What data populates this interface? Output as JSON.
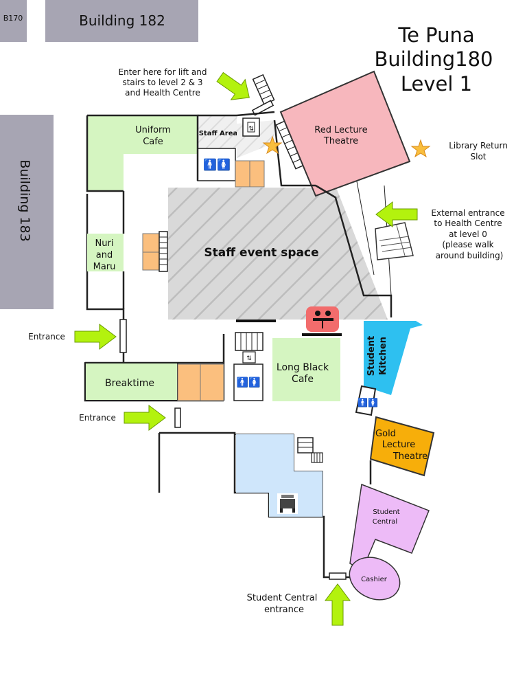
{
  "title": {
    "line1": "Te Puna",
    "line2": "Building180",
    "line3": "Level 1"
  },
  "buildings": {
    "b170": "B170",
    "b182": "Building 182",
    "b183": "Building 183"
  },
  "rooms": {
    "uniform_cafe": [
      "Uniform",
      "Cafe"
    ],
    "staff_area": "Staff Area",
    "red_theatre": [
      "Red Lecture",
      "Theatre"
    ],
    "nuri_maru": [
      "Nuri",
      "and",
      "Maru"
    ],
    "staff_event": "Staff event space",
    "breaktime": "Breaktime",
    "long_black": [
      "Long Black",
      "Cafe"
    ],
    "student_kitchen": [
      "Student",
      "Kitchen"
    ],
    "gold_theatre": [
      "Gold",
      "Lecture",
      "Theatre"
    ],
    "student_central": [
      "Student",
      "Central"
    ],
    "cashier": "Cashier"
  },
  "notes": {
    "enter_lift": [
      "Enter here for lift and",
      "stairs to level 2 & 3",
      "and Health Centre"
    ],
    "library_return": [
      "Library Return",
      "Slot"
    ],
    "external_entrance": [
      "External entrance",
      "to Health Centre",
      "at level 0",
      "(please walk",
      "around building)"
    ],
    "entrance_left": "Entrance",
    "entrance_mid": "Entrance",
    "student_central_entrance": [
      "Student Central",
      "entrance"
    ]
  },
  "colors": {
    "green": "#d5f5c1",
    "grey_building": "#a7a5b3",
    "red": "#f7b7bd",
    "orange": "#fbbf7e",
    "blue_room": "#cfe6fb",
    "cyan": "#2ec0f0",
    "gold": "#f7ae0a",
    "violet": "#edbbf7",
    "arrow": "#b3f20e",
    "star": "#f9be3d",
    "lift_red": "#f26c6c"
  },
  "icons": [
    "lift-icon",
    "toilet-icon",
    "stairs-icon",
    "star-icon",
    "arrow-icon",
    "copier-icon",
    "meeting-icon"
  ]
}
